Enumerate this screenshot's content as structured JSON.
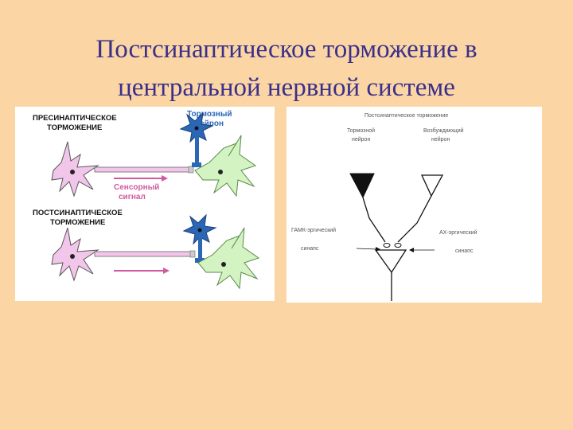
{
  "title": {
    "line1": "Постсинаптическое торможение в",
    "line2": "центральной нервной системе"
  },
  "left_panel": {
    "presynaptic_heading": [
      "ПРЕСИНАПТИЧЕСКОЕ",
      "ТОРМОЖЕНИЕ"
    ],
    "inhibitory_neuron_label": [
      "Тормозный",
      "нейрон"
    ],
    "sensory_signal_label": [
      "Сенсорный",
      "сигнал"
    ],
    "postsynaptic_heading": [
      "ПОСТСИНАПТИЧЕСКОЕ",
      "ТОРМОЖЕНИЕ"
    ]
  },
  "right_panel": {
    "heading": "Постсинаптическое торможение",
    "inhibitory_neuron": [
      "Тормозной",
      "нейрон"
    ],
    "excitatory_neuron": [
      "Возбуждающий",
      "нейрон"
    ],
    "gaba_synapse": [
      "ГАМК-эргический",
      "синапс"
    ],
    "ach_synapse": [
      "АХ-эргический",
      "синапс"
    ]
  },
  "colors": {
    "background": "#fbd6a4",
    "title": "#3a2f8a",
    "inhibitory_neuron": "#2a67b6",
    "presynaptic_neuron": "#f2c6ea",
    "postsynaptic_neuron": "#d4f3c2",
    "signal_arrow": "#d05aa0"
  }
}
